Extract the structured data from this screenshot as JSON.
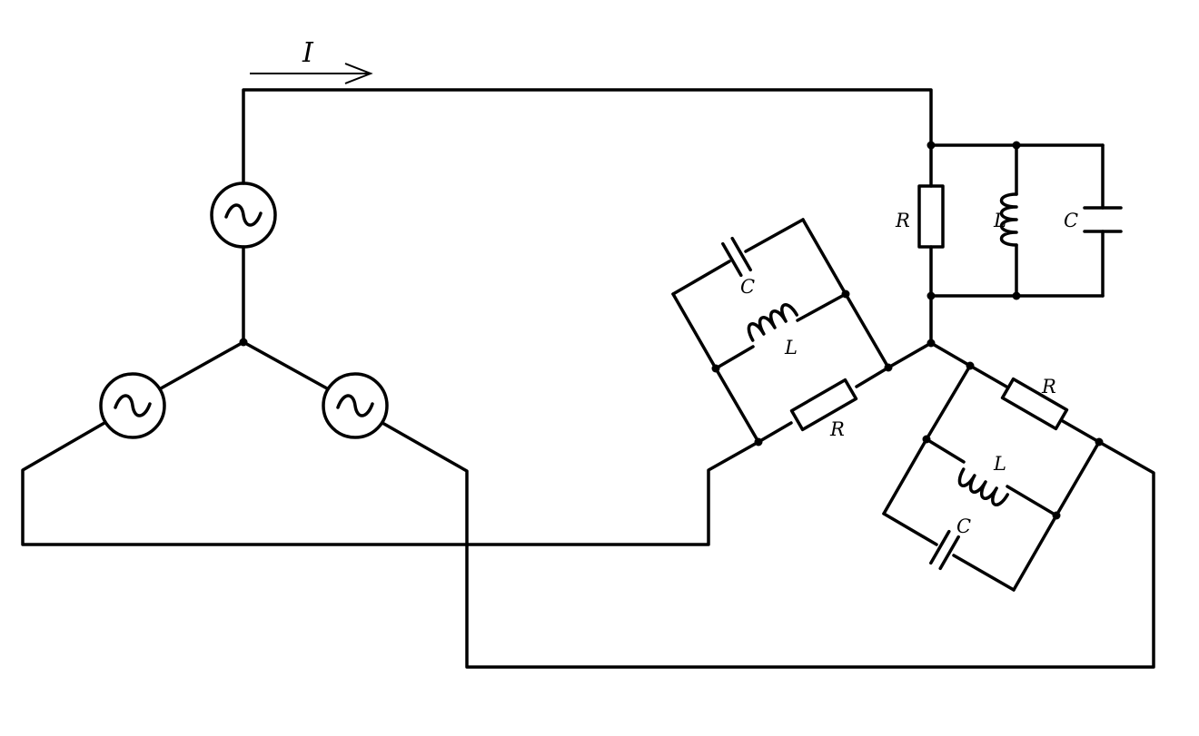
{
  "labels": {
    "current": "I",
    "R": "R",
    "L": "L",
    "C": "C"
  },
  "colors": {
    "stroke": "#000000",
    "background": "#ffffff"
  },
  "icons": {
    "source": "ac-source-icon",
    "resistor": "resistor-icon",
    "inductor": "inductor-icon",
    "capacitor": "capacitor-icon"
  }
}
